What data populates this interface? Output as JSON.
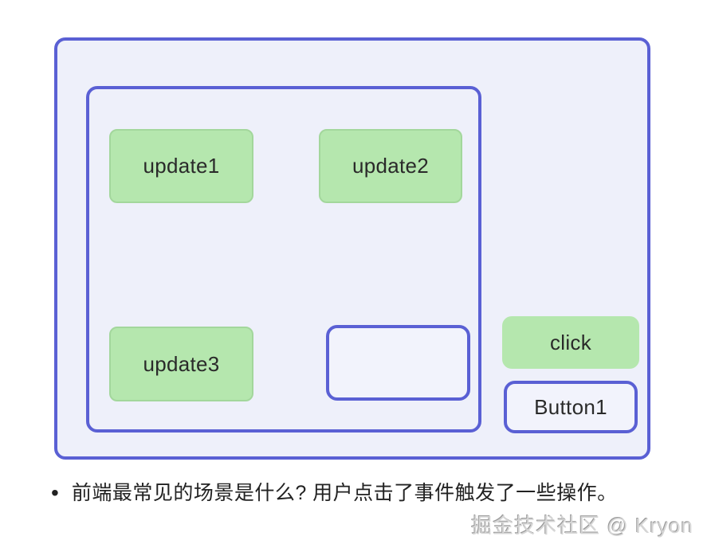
{
  "diagram": {
    "colors": {
      "border_purple": "#5a60d4",
      "container_bg": "#eef0fa",
      "node_bg_light": "#f2f3fc",
      "green_fill": "#b5e7ae",
      "green_border": "#a3d79c",
      "label_color": "#2a2a2a"
    },
    "nodes": {
      "update1": "update1",
      "update2": "update2",
      "update3": "update3",
      "empty": "",
      "click": "click",
      "button1": "Button1"
    }
  },
  "caption": {
    "bullet": "•",
    "text": "前端最常见的场景是什么? 用户点击了事件触发了一些操作。"
  },
  "watermark": {
    "text": "掘金技术社区 @ Kryon"
  }
}
